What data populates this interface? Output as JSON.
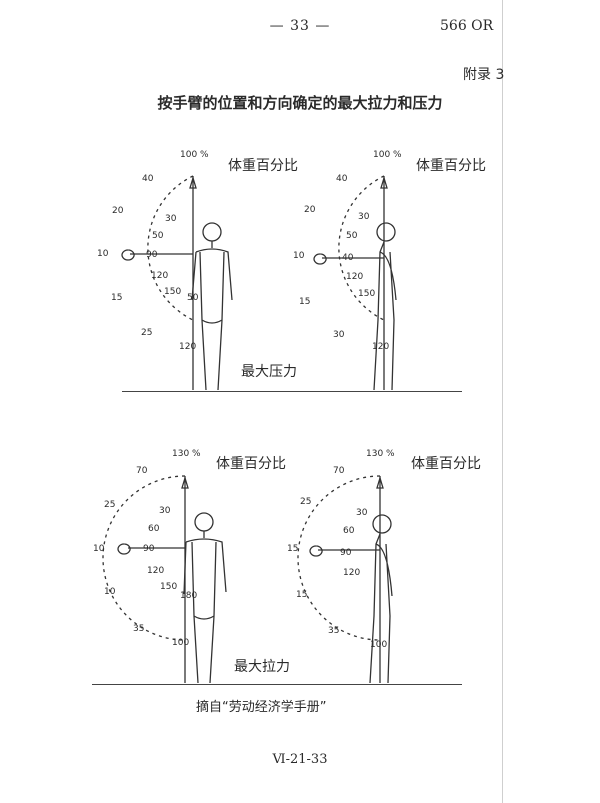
{
  "header": {
    "page_number": "— 33 —",
    "code": "566  OR"
  },
  "appendix_label": "附录 3",
  "title": "按手臂的位置和方向确定的最大拉力和压力",
  "top_section": {
    "caption": "最大压力",
    "left_figure": {
      "unit_label": "体重百分比",
      "outer_labels": [
        "100 %",
        "40",
        "20",
        "10",
        "15",
        "25",
        "120"
      ],
      "inner_labels": [
        "30",
        "50",
        "90",
        "120",
        "150",
        "50"
      ]
    },
    "right_figure": {
      "unit_label": "体重百分比",
      "outer_labels": [
        "100 %",
        "40",
        "20",
        "10",
        "15",
        "30",
        "120"
      ],
      "inner_labels": [
        "30",
        "50",
        "40",
        "120",
        "150"
      ]
    }
  },
  "bottom_section": {
    "caption": "最大拉力",
    "left_figure": {
      "unit_label": "体重百分比",
      "outer_labels": [
        "130 %",
        "70",
        "25",
        "10",
        "10",
        "35",
        "100"
      ],
      "inner_labels": [
        "30",
        "60",
        "90",
        "120",
        "150",
        "180"
      ]
    },
    "right_figure": {
      "unit_label": "体重百分比",
      "outer_labels": [
        "130 %",
        "70",
        "25",
        "15",
        "15",
        "35",
        "100"
      ],
      "inner_labels": [
        "30",
        "60",
        "90",
        "120"
      ]
    }
  },
  "source_note": "摘自“劳动经济学手册”",
  "footer": "Ⅵ-21-33"
}
